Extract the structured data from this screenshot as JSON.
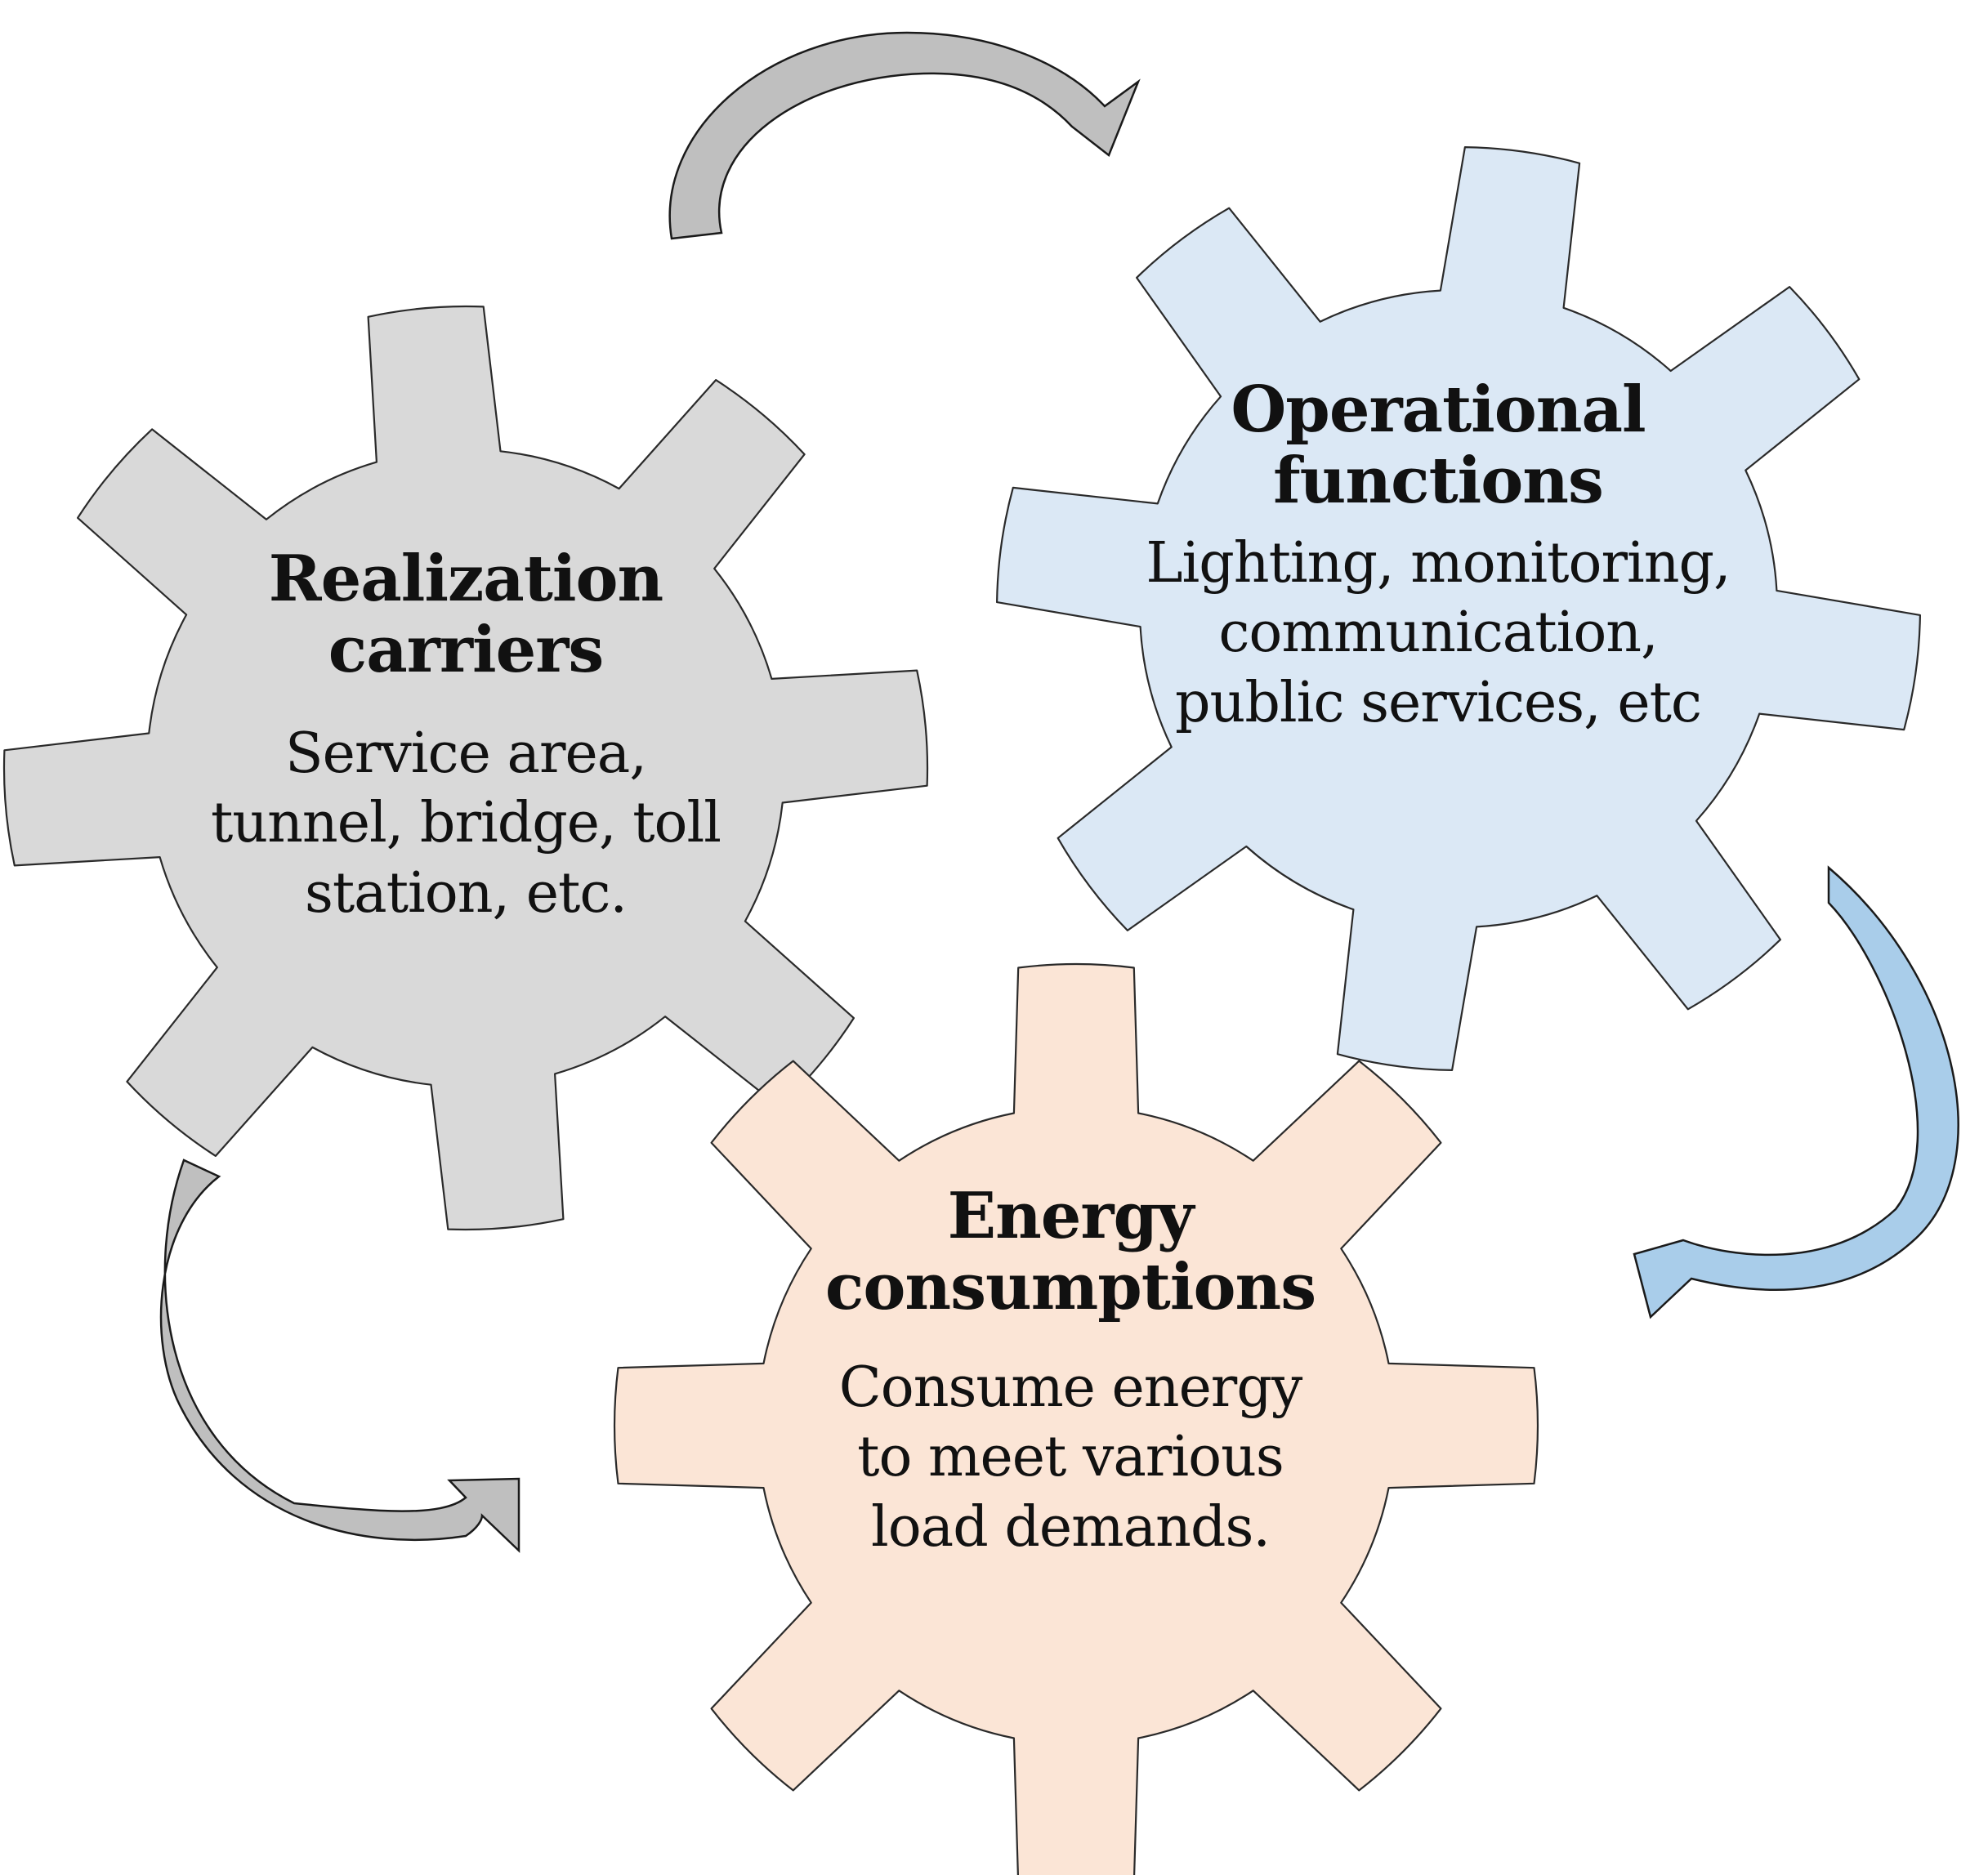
{
  "colors": {
    "realization_gear": "#d9d9d9",
    "operational_gear": "#dbe8f5",
    "energy_gear": "#fbe5d6",
    "gray_arrow": "#bfbfbf",
    "blue_arrow": "#a9cdea",
    "outline": "#2a2a2a",
    "text": "#111111"
  },
  "gears": [
    {
      "id": "realization",
      "title": "Realization\ncarriers",
      "description": "Service area,\ntunnel, bridge, toll\nstation, etc."
    },
    {
      "id": "operational",
      "title": "Operational\nfunctions",
      "description": "Lighting, monitoring,\ncommunication,\npublic services, etc"
    },
    {
      "id": "energy",
      "title": "Energy\nconsumptions",
      "description": "Consume energy\nto meet various\nload demands."
    }
  ],
  "arrows": [
    {
      "from": "realization",
      "to": "operational",
      "icon": "curved-arrow-icon"
    },
    {
      "from": "operational",
      "to": "energy",
      "icon": "curved-arrow-icon"
    },
    {
      "from": "realization",
      "to": "energy",
      "icon": "curved-arrow-icon"
    }
  ]
}
